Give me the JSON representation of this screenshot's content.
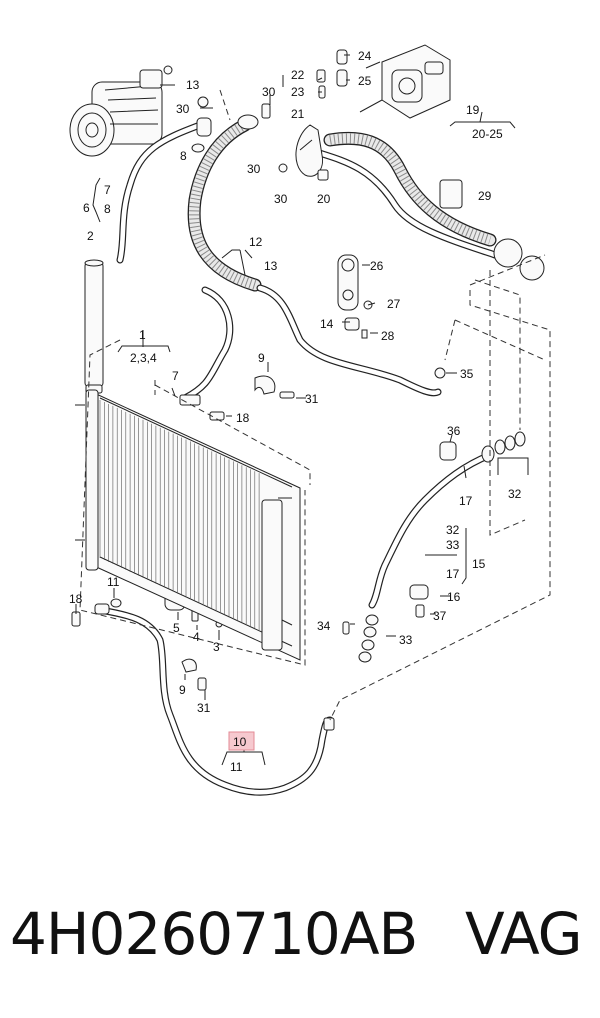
{
  "callouts": {
    "c1": "1",
    "c2": "2",
    "c234": "2,3,4",
    "c3": "3",
    "c4": "4",
    "c5": "5",
    "c6": "6",
    "c7a": "7",
    "c7b": "7",
    "c8a": "8",
    "c8b": "8",
    "c9a": "9",
    "c9b": "9",
    "c10": "10",
    "c11a": "11",
    "c11b": "11",
    "c12": "12",
    "c13a": "13",
    "c13b": "13",
    "c14": "14",
    "c15": "15",
    "c16": "16",
    "c17a": "17",
    "c17b": "17",
    "c18a": "18",
    "c18b": "18",
    "c19": "19",
    "c2025": "20-25",
    "c20": "20",
    "c21": "21",
    "c22": "22",
    "c23": "23",
    "c24": "24",
    "c25": "25",
    "c26": "26",
    "c27": "27",
    "c28": "28",
    "c29": "29",
    "c30a": "30",
    "c30b": "30",
    "c30c": "30",
    "c30d": "30",
    "c31a": "31",
    "c31b": "31",
    "c32a": "32",
    "c32b": "32",
    "c33a": "33",
    "c33b": "33",
    "c34": "34",
    "c35": "35",
    "c36": "36",
    "c37": "37"
  },
  "highlighted_callout": "10",
  "highlight_color": "#f6c9cf",
  "footer": {
    "part_number": "4H0260710AB",
    "brand": "VAG"
  }
}
